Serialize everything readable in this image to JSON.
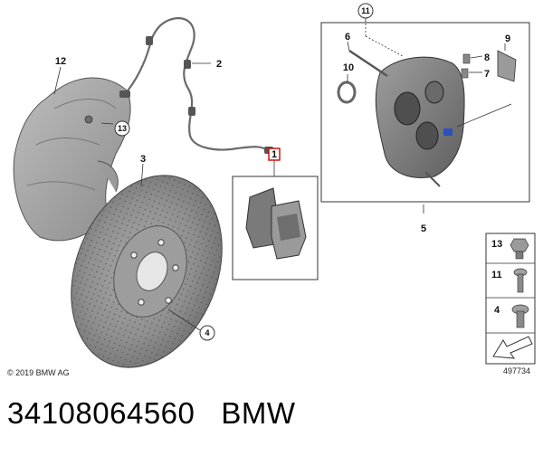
{
  "diagram": {
    "callouts": {
      "c1": "1",
      "c2": "2",
      "c3": "3",
      "c4": "4",
      "c5": "5",
      "c6": "6",
      "c7": "7",
      "c8": "8",
      "c9": "9",
      "c10": "10",
      "c11": "11",
      "c12": "12",
      "c13": "13"
    },
    "legend": {
      "l13": "13",
      "l11": "11",
      "l4": "4"
    },
    "copyright": "© 2019 BMW AG",
    "image_number": "497734"
  },
  "caption": {
    "part_number": "34108064560",
    "brand": "BMW"
  },
  "colors": {
    "highlight": "#d40000",
    "part_gray": "#8a8a8a",
    "line": "#333333"
  }
}
